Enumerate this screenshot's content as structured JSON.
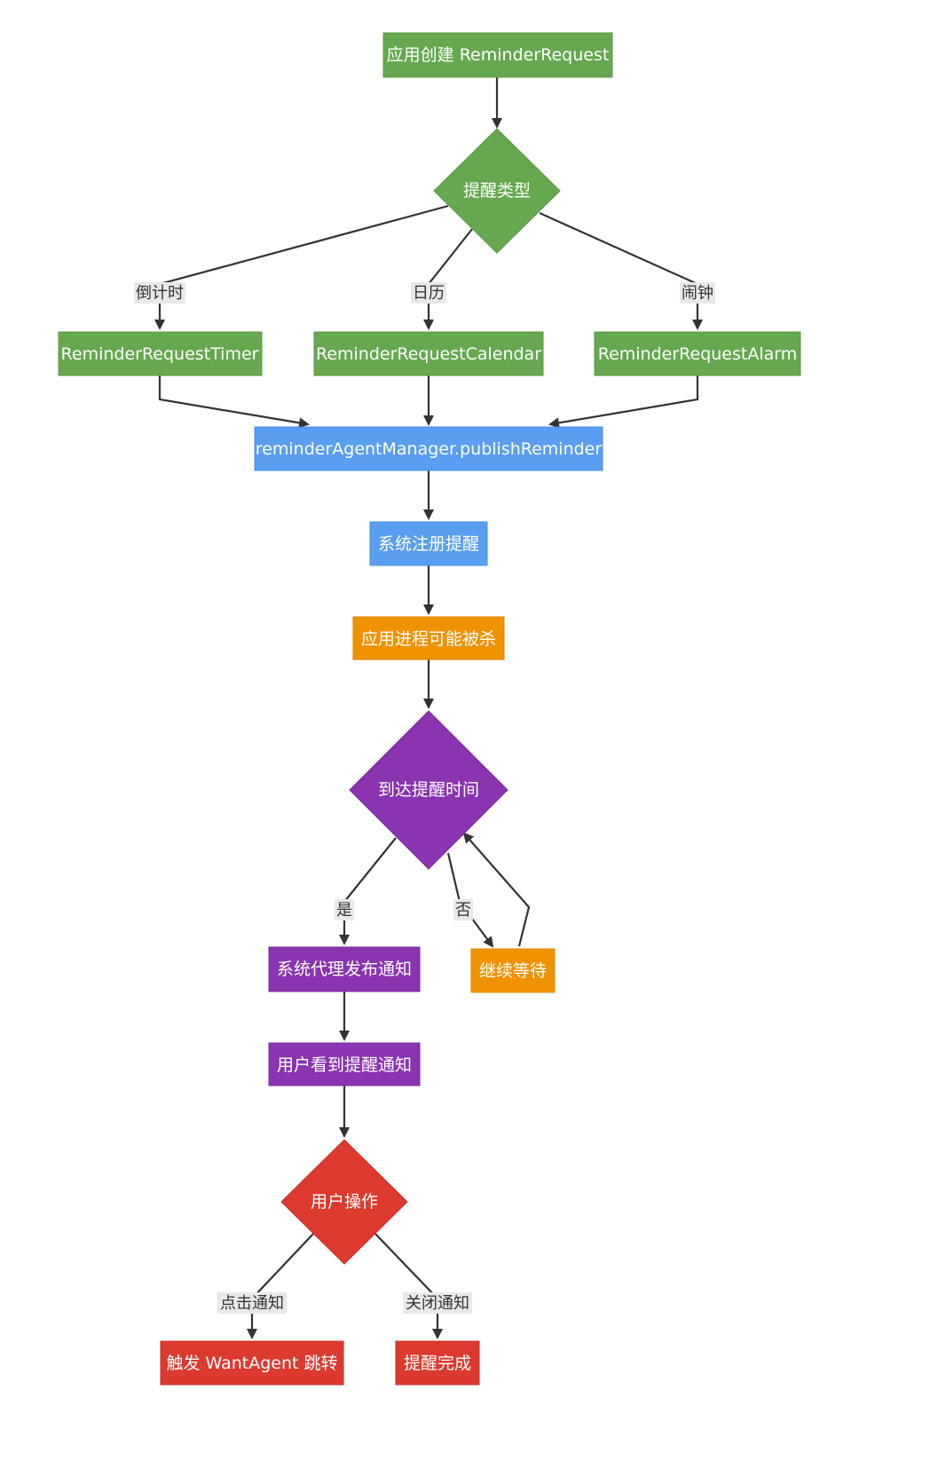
{
  "nodes": {
    "app_create": "应用创建 ReminderRequest",
    "reminder_type": "提醒类型",
    "timer": "ReminderRequestTimer",
    "calendar": "ReminderRequestCalendar",
    "alarm": "ReminderRequestAlarm",
    "publish": "reminderAgentManager.publishReminder",
    "register": "系统注册提醒",
    "killed": "应用进程可能被杀",
    "reach_time": "到达提醒时间",
    "publish_notify": "系统代理发布通知",
    "wait": "继续等待",
    "user_sees": "用户看到提醒通知",
    "user_action": "用户操作",
    "trigger": "触发 WantAgent 跳转",
    "done": "提醒完成"
  },
  "edges": {
    "countdown": "倒计时",
    "calendar": "日历",
    "alarm": "闹钟",
    "yes": "是",
    "no": "否",
    "click": "点击通知",
    "close": "关闭通知"
  },
  "colors": {
    "stage_create": "#66a84f",
    "stage_register": "#5a9ef2",
    "stage_background": "#ef9200",
    "stage_notify": "#8a34b0",
    "stage_action": "#dc3a2f",
    "edge": "#333333",
    "label_background": "#e8e8e8"
  }
}
